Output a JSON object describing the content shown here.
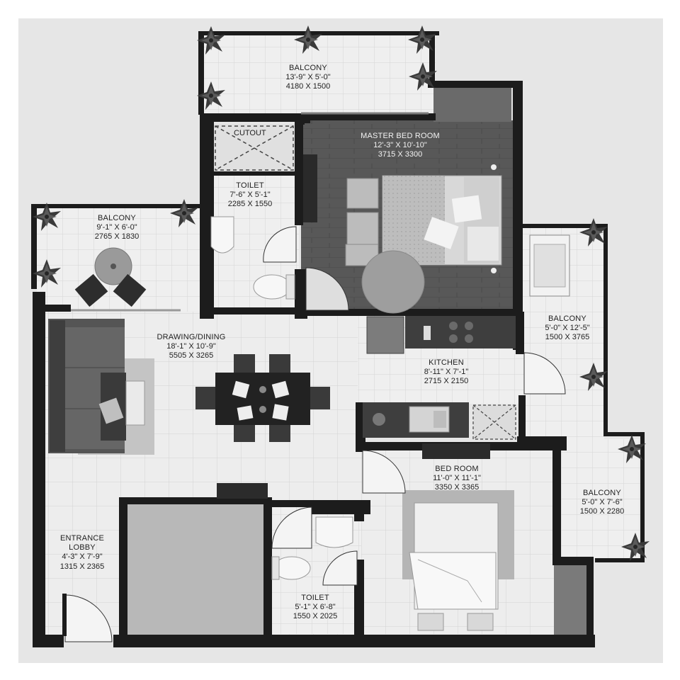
{
  "colors": {
    "background": "#e6e6e6",
    "wall": "#1c1c1c",
    "floor_tile": "#ededed",
    "floor_wood": "#555555",
    "wood_dark": "#3d3d3d",
    "furniture_dark": "#2e2e2e",
    "furniture_light": "#d6d6d6",
    "plant": "#3a3a3a",
    "dashed_line": "#444444"
  },
  "rooms": {
    "balcony_top": {
      "name": "BALCONY",
      "dim_ft": "13'-9\" X 5'-0\"",
      "dim_mm": "4180 X 1500"
    },
    "cutout": {
      "name": "CUTOUT"
    },
    "master_bedroom": {
      "name": "MASTER BED ROOM",
      "dim_ft": "12'-3\" X 10'-10\"",
      "dim_mm": "3715 X 3300"
    },
    "toilet_master": {
      "name": "TOILET",
      "dim_ft": "7'-6\" X 5'-1\"",
      "dim_mm": "2285 X 1550"
    },
    "balcony_left": {
      "name": "BALCONY",
      "dim_ft": "9'-1\" X 6'-0\"",
      "dim_mm": "2765 X 1830"
    },
    "drawing_dining": {
      "name": "DRAWING/DINING",
      "dim_ft": "18'-1\" X 10'-9\"",
      "dim_mm": "5505 X 3265"
    },
    "kitchen": {
      "name": "KITCHEN",
      "dim_ft": "8'-11\" X 7'-1\"",
      "dim_mm": "2715 X 2150"
    },
    "balcony_right_upper": {
      "name": "BALCONY",
      "dim_ft": "5'-0\" X 12'-5\"",
      "dim_mm": "1500 X 3765"
    },
    "bedroom": {
      "name": "BED ROOM",
      "dim_ft": "11'-0\" X 11'-1\"",
      "dim_mm": "3350 X 3365"
    },
    "balcony_right_lower": {
      "name": "BALCONY",
      "dim_ft": "5'-0\" X 7'-6\"",
      "dim_mm": "1500 X 2280"
    },
    "entrance_lobby": {
      "name": "ENTRANCE",
      "name2": "LOBBY",
      "dim_ft": "4'-3\" X 7'-9\"",
      "dim_mm": "1315 X 2365"
    },
    "toilet_common": {
      "name": "TOILET",
      "dim_ft": "5'-1\" X 6'-8\"",
      "dim_mm": "1550 X 2025"
    }
  }
}
